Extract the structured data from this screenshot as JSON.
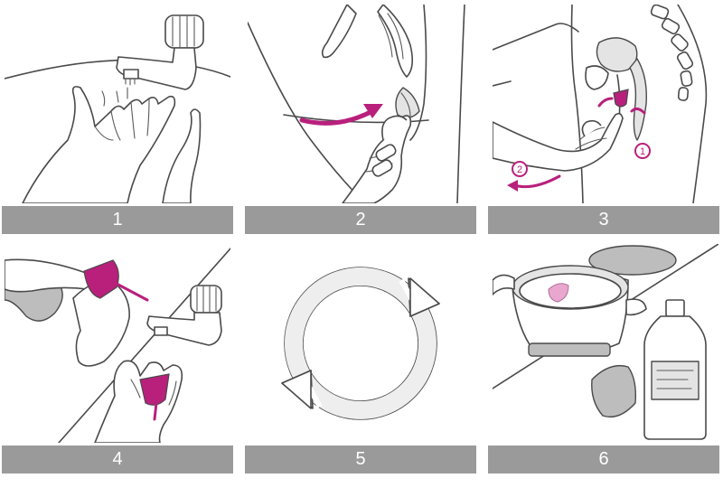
{
  "steps": [
    {
      "label": "1"
    },
    {
      "label": "2"
    },
    {
      "label": "3"
    },
    {
      "label": "4"
    },
    {
      "label": "5"
    },
    {
      "label": "6"
    }
  ],
  "insertion_markers": [
    "1",
    "2"
  ],
  "colors": {
    "accent": "#b8207c",
    "cup_light": "#e9a6cf",
    "label_bar": "#9a9a9a",
    "label_text": "#ffffff",
    "outline": "#4a4a4a"
  }
}
